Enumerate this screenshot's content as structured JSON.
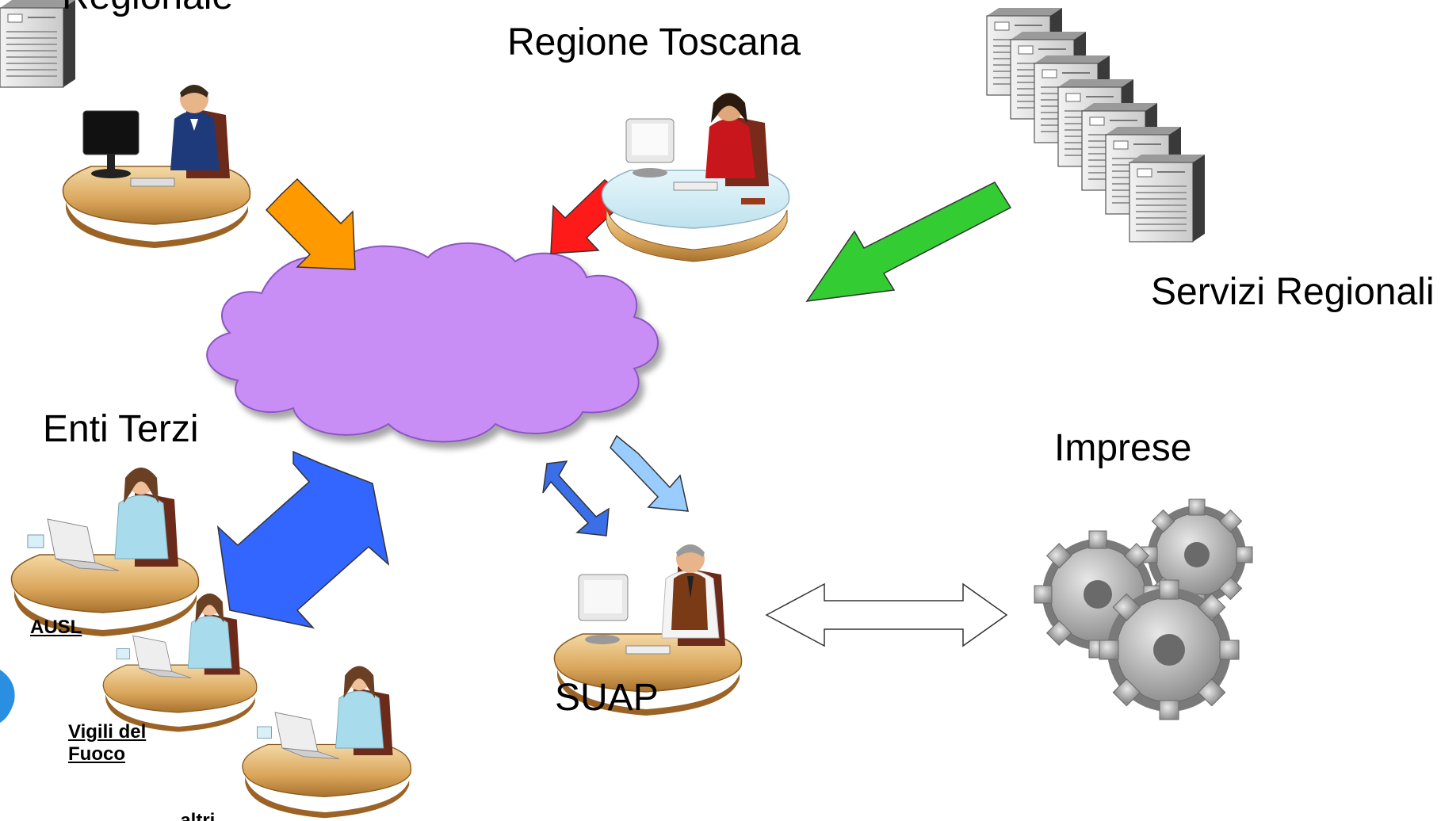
{
  "labels": {
    "partial_top": "Regionale",
    "regione": "Regione Toscana",
    "servizi": "Servizi Regionali",
    "enti": "Enti Terzi",
    "imprese": "Imprese",
    "suap": "SUAP",
    "ausl": "AUSL",
    "vigili_line1": "Vigili del",
    "vigili_line2": "Fuoco",
    "altri": "……..altri"
  },
  "icons": {
    "user_top_left": "person-at-computer-icon",
    "user_regione": "person-at-computer-icon",
    "user_suap": "person-at-computer-icon",
    "user_ausl": "person-at-computer-icon",
    "user_vigili": "person-at-computer-icon",
    "user_altri": "person-at-computer-icon",
    "servers": "server-stack-icon",
    "cloud": "cloud-icon",
    "gears": "gears-icon"
  },
  "colors": {
    "cloud": "#c98ef5",
    "arrow_orange": "#ff9900",
    "arrow_red": "#ff1a1a",
    "arrow_green": "#33cc33",
    "arrow_blue": "#3366ff",
    "arrow_light_blue": "#99ccff",
    "arrow_mid_blue": "#3a6fe8",
    "arrow_white": "#ffffff"
  }
}
